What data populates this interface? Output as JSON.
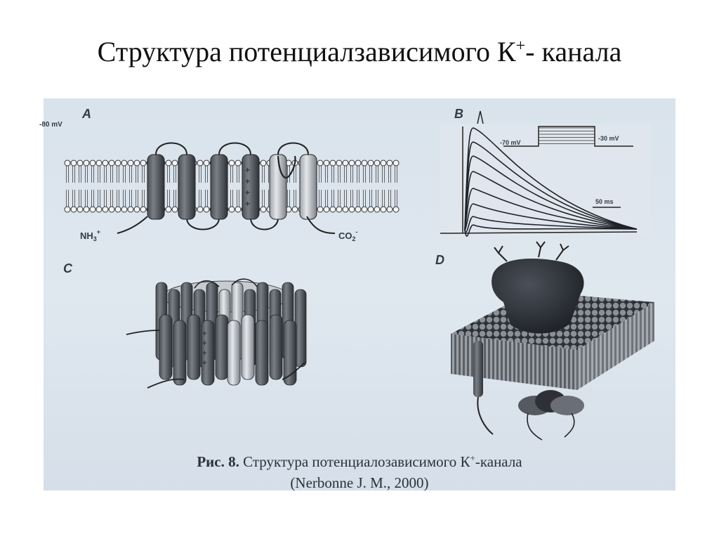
{
  "slide": {
    "title_main": "Структура потенциалзависимого К",
    "title_sup": "+",
    "title_end": "- канала"
  },
  "figure": {
    "panel_labels": [
      "A",
      "B",
      "C",
      "D"
    ],
    "panel_a": {
      "voltage_edge": "-80 mV",
      "n_terminus_base": "NH",
      "n_terminus_sub": "3",
      "n_terminus_sup": "+",
      "c_terminus_base": "CO",
      "c_terminus_sub": "2",
      "c_terminus_sup": "-",
      "charges": "+"
    },
    "panel_b": {
      "holding": "-70 mV",
      "step_end": "-30 mV",
      "scale": "50 ms"
    },
    "caption": {
      "fig_label": "Рис. 8.",
      "text_main": " Структура потенциалозависимого К",
      "text_sup": "+",
      "text_end": "-канала",
      "source": "(Nerbonne J. M., 2000)"
    }
  }
}
